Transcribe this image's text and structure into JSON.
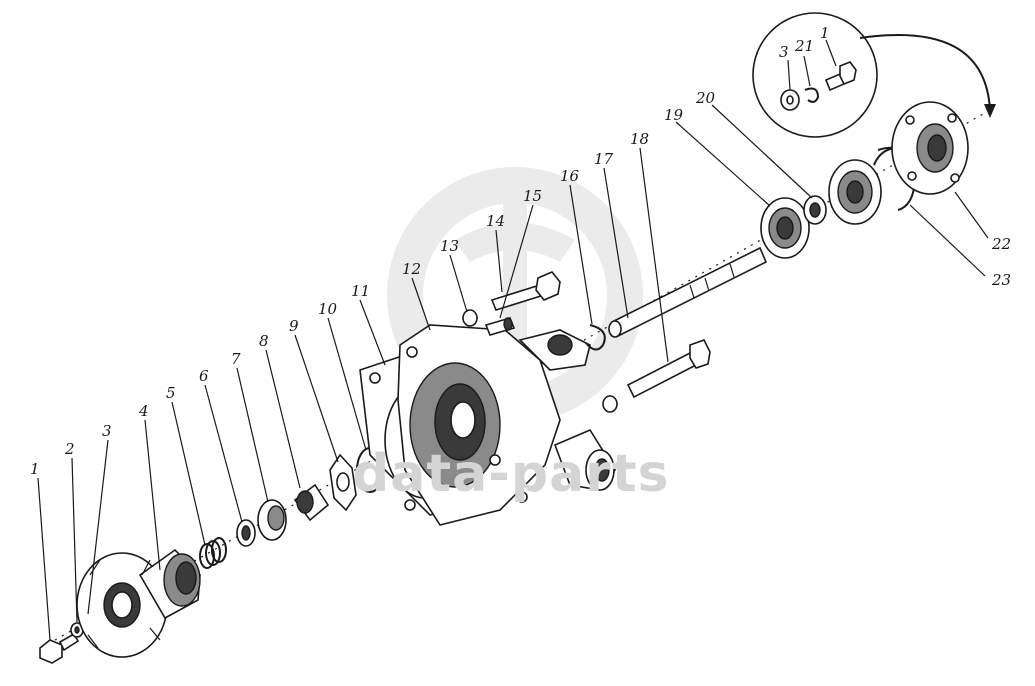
{
  "watermark": {
    "text": "data-parts",
    "color": "#d4d4d4"
  },
  "callouts": [
    {
      "id": "callout-1-left",
      "text": "1"
    },
    {
      "id": "callout-2",
      "text": "2"
    },
    {
      "id": "callout-3-left",
      "text": "3"
    },
    {
      "id": "callout-4",
      "text": "4"
    },
    {
      "id": "callout-5",
      "text": "5"
    },
    {
      "id": "callout-6",
      "text": "6"
    },
    {
      "id": "callout-7",
      "text": "7"
    },
    {
      "id": "callout-8",
      "text": "8"
    },
    {
      "id": "callout-9",
      "text": "9"
    },
    {
      "id": "callout-10",
      "text": "10"
    },
    {
      "id": "callout-11",
      "text": "11"
    },
    {
      "id": "callout-12",
      "text": "12"
    },
    {
      "id": "callout-13",
      "text": "13"
    },
    {
      "id": "callout-14",
      "text": "14"
    },
    {
      "id": "callout-15",
      "text": "15"
    },
    {
      "id": "callout-16",
      "text": "16"
    },
    {
      "id": "callout-17",
      "text": "17"
    },
    {
      "id": "callout-18",
      "text": "18"
    },
    {
      "id": "callout-19",
      "text": "19"
    },
    {
      "id": "callout-20",
      "text": "20"
    },
    {
      "id": "callout-22",
      "text": "22"
    },
    {
      "id": "callout-23",
      "text": "23"
    },
    {
      "id": "callout-3-inset",
      "text": "3"
    },
    {
      "id": "callout-21-inset",
      "text": "21"
    },
    {
      "id": "callout-1-inset",
      "text": "1"
    }
  ]
}
